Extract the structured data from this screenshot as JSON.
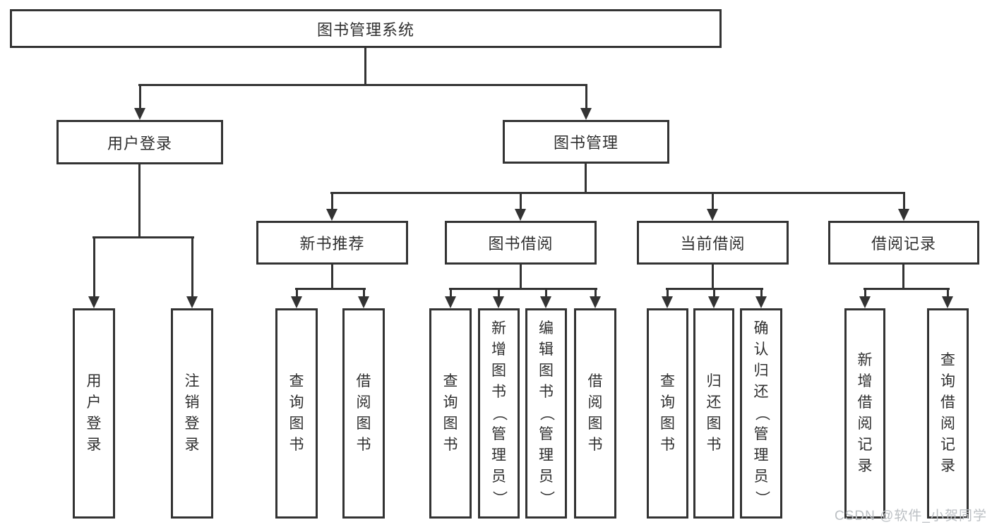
{
  "nodes": {
    "root": "图书管理系统",
    "user_login": "用户登录",
    "book_mgmt": "图书管理",
    "level3": [
      "新书推荐",
      "图书借阅",
      "当前借阅",
      "借阅记录"
    ]
  },
  "leaves": {
    "user": [
      "用户登录",
      "注销登录"
    ],
    "newbook": [
      "查询图书",
      "借阅图书"
    ],
    "borrow": [
      "查询图书",
      "新增图书（管理员）",
      "编辑图书（管理员）",
      "借阅图书"
    ],
    "current": [
      "查询图书",
      "归还图书",
      "确认归还（管理员）"
    ],
    "record": [
      "新增借阅记录",
      "查询借阅记录"
    ]
  },
  "watermark": "CSDN @软件_小贺同学",
  "colors": {
    "line": "#333333",
    "text": "#2f2f2f",
    "background": "#ffffff",
    "watermark": "#bcc0c4"
  }
}
